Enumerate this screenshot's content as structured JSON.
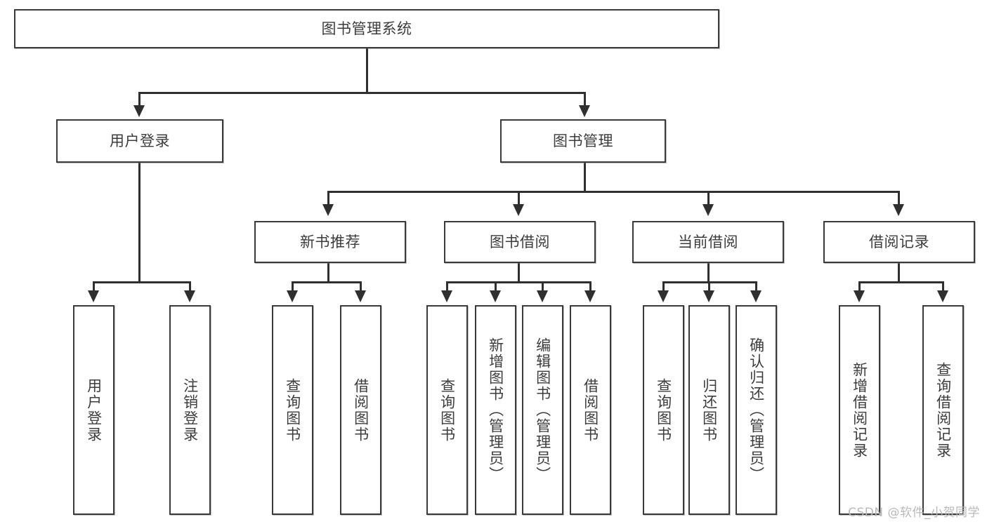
{
  "diagram": {
    "title": "图书管理系统",
    "type": "tree",
    "root": {
      "label": "图书管理系统"
    },
    "level2": [
      {
        "label": "用户登录"
      },
      {
        "label": "图书管理"
      }
    ],
    "level3": [
      {
        "label": "新书推荐"
      },
      {
        "label": "图书借阅"
      },
      {
        "label": "当前借阅"
      },
      {
        "label": "借阅记录"
      }
    ],
    "leaves": {
      "user_login": [
        {
          "label": "用户登录"
        },
        {
          "label": "注销登录"
        }
      ],
      "new_book_recommend": [
        {
          "label": "查询图书"
        },
        {
          "label": "借阅图书"
        }
      ],
      "book_borrow": [
        {
          "label": "查询图书"
        },
        {
          "label": "新增图书（管理员）"
        },
        {
          "label": "编辑图书（管理员）"
        },
        {
          "label": "借阅图书"
        }
      ],
      "current_borrow": [
        {
          "label": "查询图书"
        },
        {
          "label": "归还图书"
        },
        {
          "label": "确认归还（管理员）"
        }
      ],
      "borrow_record": [
        {
          "label": "新增借阅记录"
        },
        {
          "label": "查询借阅记录"
        }
      ]
    }
  },
  "watermark": {
    "text": "CSDN @软件_小贺同学"
  },
  "colors": {
    "stroke": "#3a3a3a",
    "text": "#3c3c3c",
    "background": "#ffffff",
    "watermark": "#b9b9b9"
  }
}
